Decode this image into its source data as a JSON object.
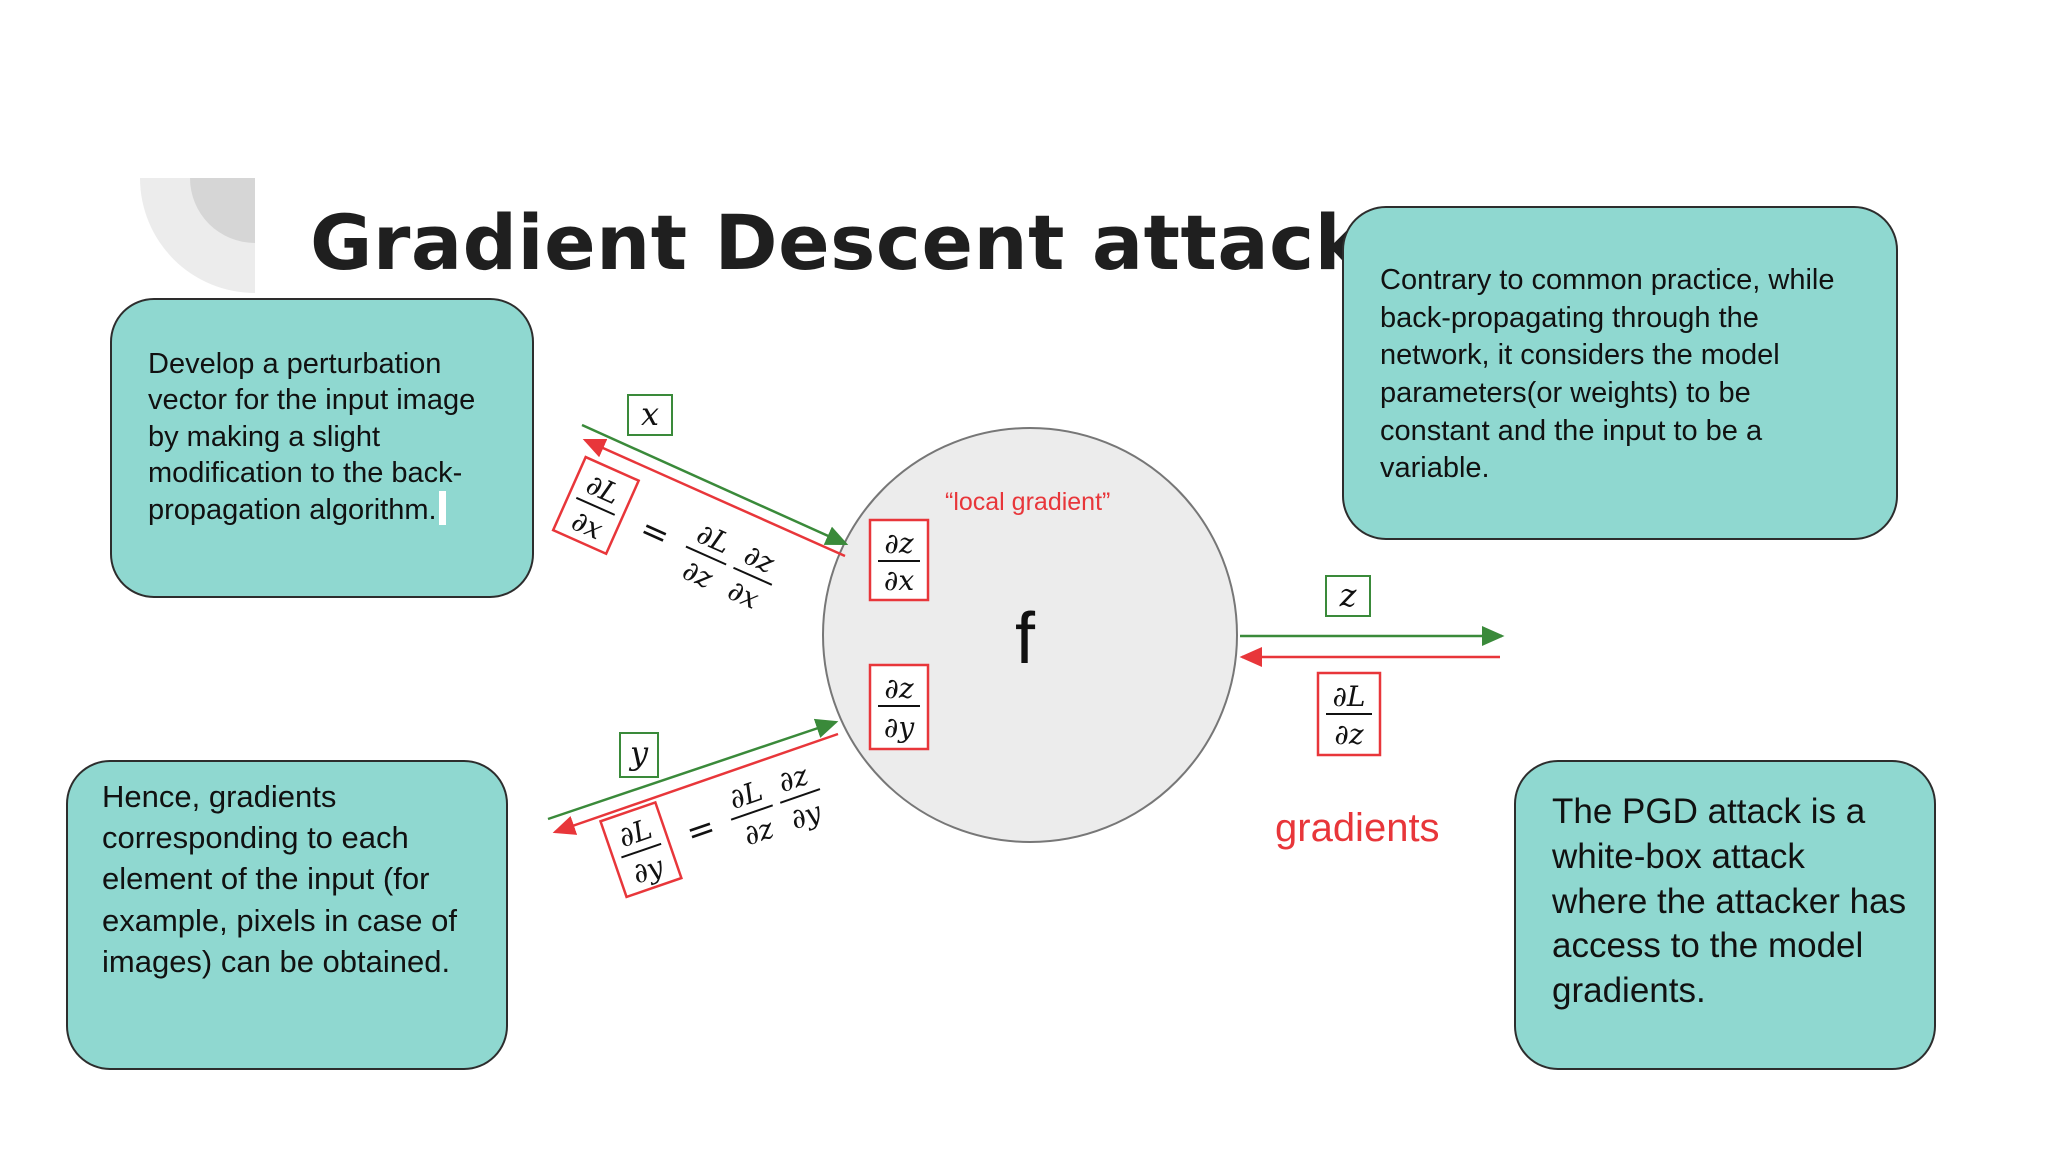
{
  "slide": {
    "title": "Gradient Descent attack"
  },
  "boxes": {
    "top_left": "Develop a perturbation vector for the input image by making a slight modification to the back-propagation algorithm.",
    "top_right": "Contrary to common practice, while back-propagating through the network, it considers the model parameters(or weights) to be constant and the input to be a variable.",
    "bottom_left": "Hence, gradients corresponding to each element of the input (for example, pixels in case of images) can be obtained.",
    "bottom_right": "The PGD attack is a white-box attack where the attacker has access to the model gradients."
  },
  "diagram": {
    "function": "f",
    "local_gradient": "“local gradient”",
    "gradients": "gradients",
    "input_x": "x",
    "input_y": "y",
    "output_z": "z",
    "dz_dx": {
      "num": "∂z",
      "den": "∂x"
    },
    "dz_dy": {
      "num": "∂z",
      "den": "∂y"
    },
    "dL_dz": {
      "num": "∂L",
      "den": "∂z"
    },
    "dL_dx": {
      "num": "∂L",
      "den": "∂x"
    },
    "dL_dy": {
      "num": "∂L",
      "den": "∂y"
    },
    "equals": "=",
    "chain_x": {
      "a_num": "∂L",
      "a_den": "∂z",
      "b_num": "∂z",
      "b_den": "∂x"
    },
    "chain_y": {
      "a_num": "∂L",
      "a_den": "∂z",
      "b_num": "∂z",
      "b_den": "∂y"
    }
  },
  "colors": {
    "box_fill": "#8fd8d0",
    "forward_arrow": "#3a8a3a",
    "backward_arrow": "#e8363a"
  }
}
